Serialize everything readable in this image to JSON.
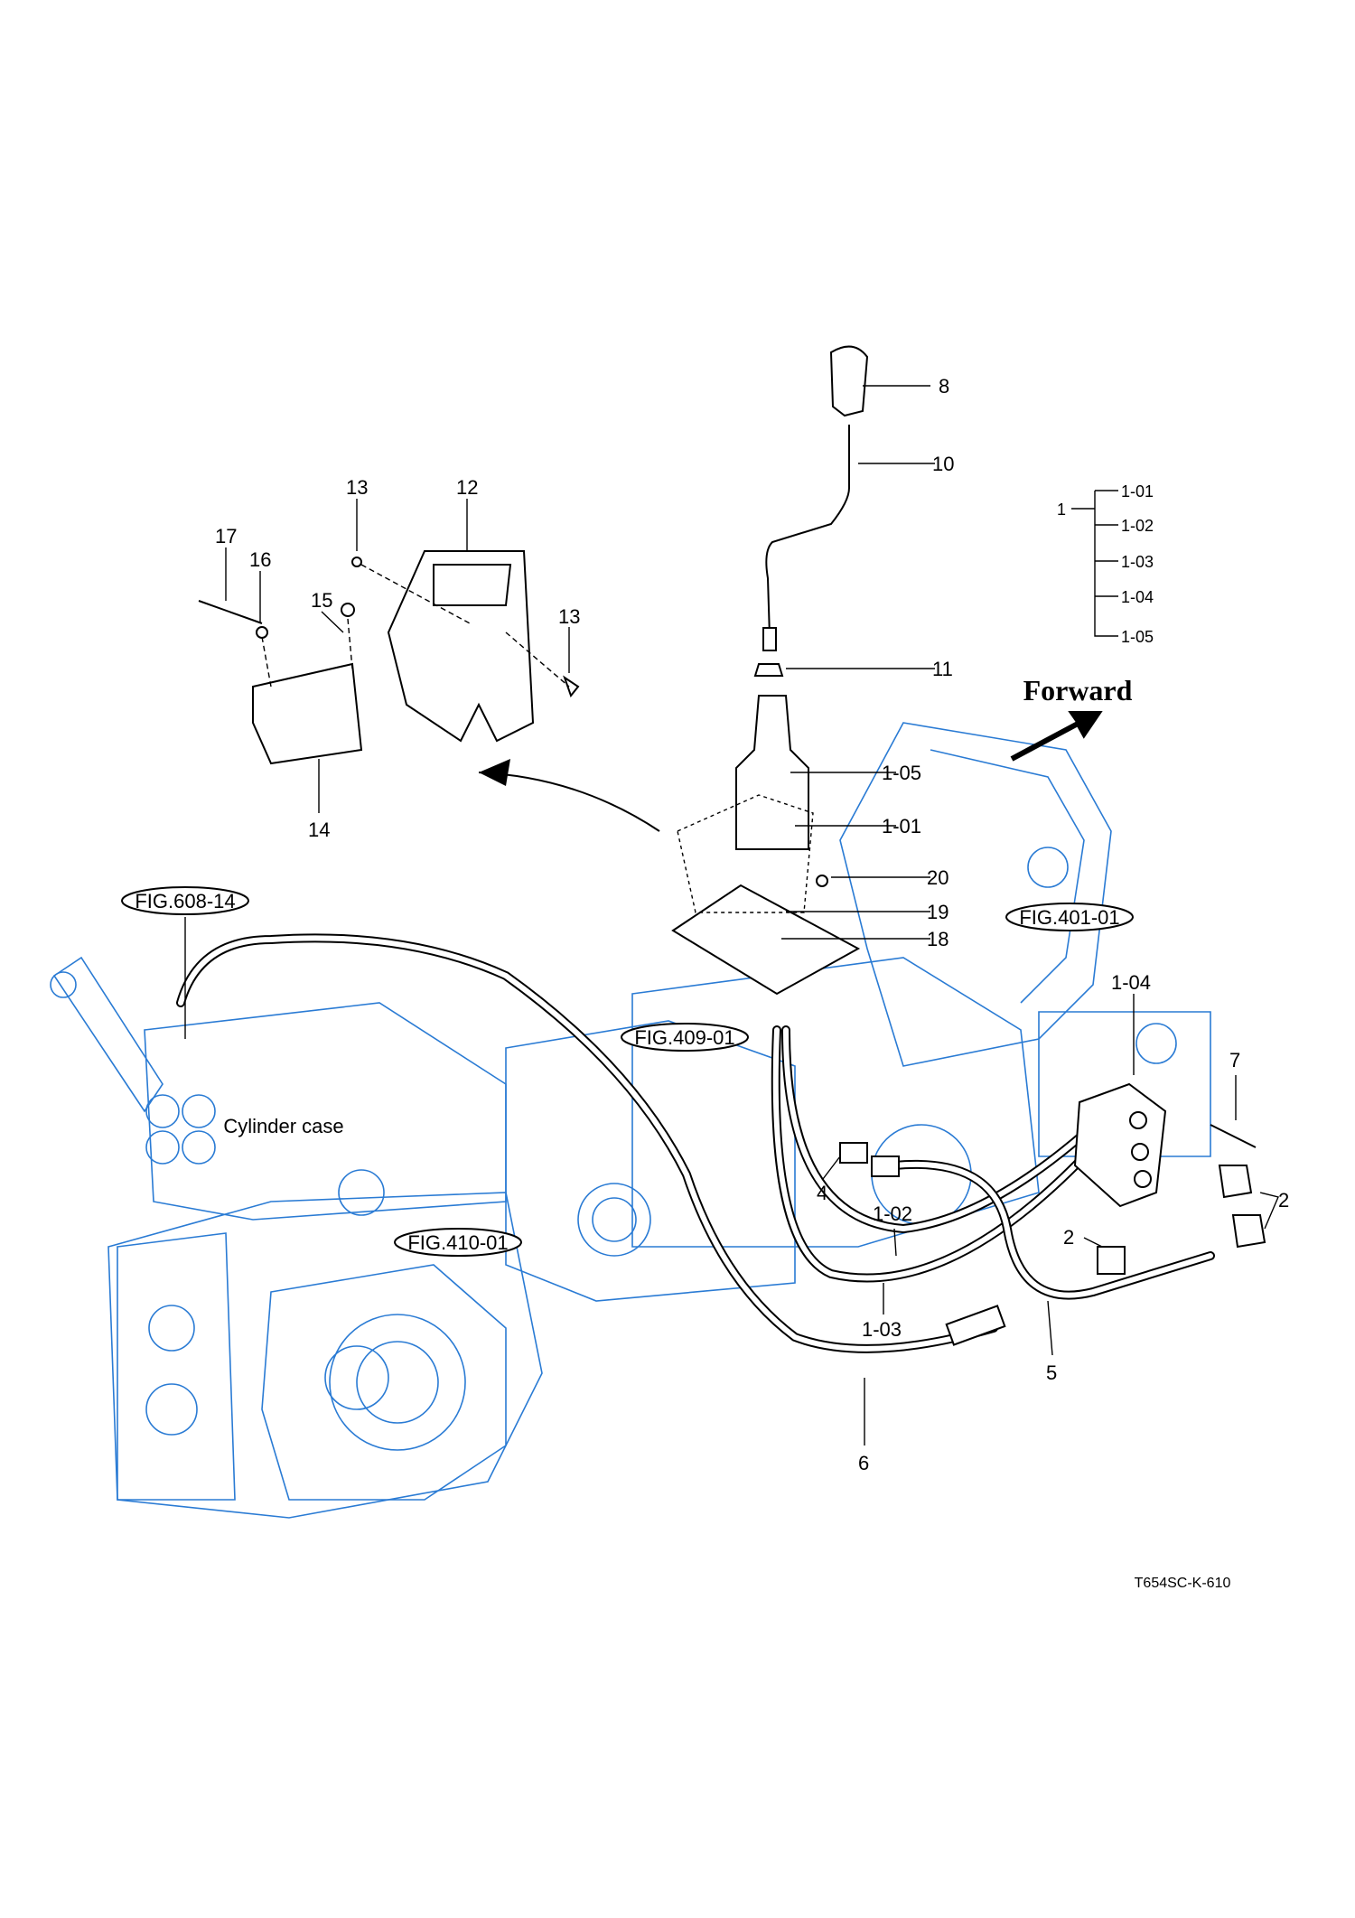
{
  "diagram": {
    "heading": "Forward",
    "drawing_code": "T654SC-K-610",
    "area_label": "Cylinder case",
    "figure_refs": [
      "FIG.608-14",
      "FIG.409-01",
      "FIG.410-01",
      "FIG.401-01"
    ],
    "callouts": {
      "c8": "8",
      "c10": "10",
      "c11": "11",
      "c1_05": "1-05",
      "c1_01": "1-01",
      "c20": "20",
      "c19": "19",
      "c18": "18",
      "c1_04": "1-04",
      "c7": "7",
      "c2a": "2",
      "c2b": "2",
      "c5": "5",
      "c6": "6",
      "c1_03": "1-03",
      "c1_02": "1-02",
      "c4": "4",
      "c13a": "13",
      "c12": "12",
      "c17": "17",
      "c16": "16",
      "c15": "15",
      "c13b": "13",
      "c14": "14"
    },
    "assembly_tree": {
      "parent": "1",
      "children": [
        "1-01",
        "1-02",
        "1-03",
        "1-04",
        "1-05"
      ]
    },
    "colors": {
      "transmission_outline": "#2a7bd4",
      "parts": "#000000"
    }
  }
}
